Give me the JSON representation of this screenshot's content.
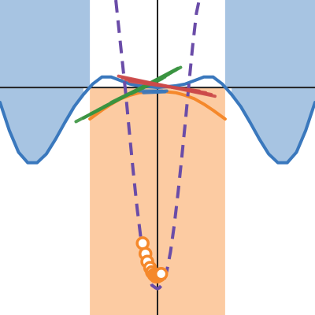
{
  "chart_data": {
    "type": "line",
    "title": "",
    "xlabel": "",
    "ylabel": "",
    "xlim": [
      -1.7,
      1.7
    ],
    "ylim": [
      -2.6,
      1.0
    ],
    "grid": false,
    "legend": "none",
    "axes_at_origin": true,
    "colors": {
      "blue_fill": "#a7c4e2",
      "blue_line": "#3a78bd",
      "orange_fill": "#fccba2",
      "orange_line": "#f5882b",
      "purple_dash": "#6a4ca8",
      "green": "#3a9441",
      "red": "#cc4a4a",
      "axis": "#222222"
    },
    "shaded_regions": [
      {
        "color": "orange_fill",
        "x0": -0.73,
        "x1": 0.73,
        "y0": -2.6,
        "y1": 0.0
      },
      {
        "color": "blue_fill",
        "x0": -1.7,
        "x1": -0.73,
        "y0": 0.0,
        "y1": 1.0
      },
      {
        "color": "blue_fill",
        "x0": 0.73,
        "x1": 1.7,
        "y0": 0.0,
        "y1": 1.0
      }
    ],
    "series": [
      {
        "style": "line",
        "color": "blue_line",
        "x": [
          -1.7,
          -1.6,
          -1.5,
          -1.4,
          -1.3,
          -1.2,
          -1.1,
          -1.0,
          -0.9,
          -0.8,
          -0.7,
          -0.6,
          -0.5,
          -0.4,
          -0.3,
          -0.2,
          -0.1,
          0.0,
          0.1,
          0.2,
          0.3,
          0.4,
          0.5,
          0.6,
          0.7,
          0.8,
          0.9,
          1.0,
          1.1,
          1.2,
          1.3,
          1.4,
          1.5,
          1.6,
          1.7
        ],
        "y": [
          -0.17,
          -0.49,
          -0.74,
          -0.86,
          -0.86,
          -0.76,
          -0.59,
          -0.4,
          -0.22,
          -0.08,
          0.04,
          0.12,
          0.12,
          0.08,
          0.04,
          0.02,
          0.01,
          0.0,
          0.01,
          0.02,
          0.04,
          0.08,
          0.12,
          0.12,
          0.04,
          -0.08,
          -0.22,
          -0.4,
          -0.59,
          -0.76,
          -0.86,
          -0.86,
          -0.74,
          -0.49,
          -0.17
        ]
      },
      {
        "style": "line",
        "color": "orange_line",
        "x": [
          -0.73,
          -0.6,
          -0.5,
          -0.4,
          -0.3,
          -0.2,
          -0.1,
          0.0,
          0.1,
          0.2,
          0.3,
          0.4,
          0.5,
          0.6,
          0.73
        ],
        "y": [
          -0.36,
          -0.26,
          -0.19,
          -0.13,
          -0.09,
          -0.06,
          -0.05,
          -0.04,
          -0.05,
          -0.06,
          -0.09,
          -0.13,
          -0.19,
          -0.26,
          -0.36
        ]
      },
      {
        "style": "dashed",
        "color": "purple_dash",
        "x": [
          -0.45,
          -0.42,
          -0.38,
          -0.34,
          -0.3,
          -0.26,
          -0.22,
          -0.18,
          -0.14,
          -0.1,
          -0.06,
          -0.02,
          0.0,
          0.02,
          0.06,
          0.1,
          0.14,
          0.18,
          0.22,
          0.26,
          0.3,
          0.34,
          0.38,
          0.42,
          0.45
        ],
        "y": [
          1.0,
          0.7,
          0.3,
          -0.1,
          -0.55,
          -0.98,
          -1.38,
          -1.72,
          -1.98,
          -2.15,
          -2.26,
          -2.29,
          -2.3,
          -2.29,
          -2.24,
          -2.1,
          -1.88,
          -1.58,
          -1.22,
          -0.82,
          -0.4,
          0.05,
          0.48,
          0.85,
          1.0
        ]
      },
      {
        "style": "markers",
        "color": "orange_line",
        "x": [
          -0.16,
          -0.13,
          -0.11,
          -0.08,
          -0.06,
          -0.04,
          -0.02,
          0.0,
          0.02,
          0.04
        ],
        "y": [
          -1.78,
          -1.9,
          -1.99,
          -2.06,
          -2.11,
          -2.14,
          -2.16,
          -2.16,
          -2.15,
          -2.13
        ]
      }
    ],
    "tangent_segments": [
      {
        "color": "blue_line",
        "x": [
          -0.2,
          0.05
        ],
        "y": [
          -0.04,
          -0.04
        ]
      },
      {
        "color": "blue_line",
        "x": [
          -0.15,
          0.08
        ],
        "y": [
          -0.06,
          -0.05
        ]
      },
      {
        "color": "blue_line",
        "x": [
          -0.05,
          0.1
        ],
        "y": [
          -0.05,
          -0.04
        ]
      },
      {
        "color": "green",
        "x": [
          -0.88,
          0.25
        ],
        "y": [
          -0.39,
          0.23
        ]
      },
      {
        "color": "green",
        "x": [
          -0.8,
          0.22
        ],
        "y": [
          -0.35,
          0.22
        ]
      },
      {
        "color": "green",
        "x": [
          -0.72,
          0.2
        ],
        "y": [
          -0.3,
          0.2
        ]
      },
      {
        "color": "green",
        "x": [
          -0.65,
          0.18
        ],
        "y": [
          -0.26,
          0.19
        ]
      },
      {
        "color": "green",
        "x": [
          -0.58,
          0.15
        ],
        "y": [
          -0.22,
          0.17
        ]
      },
      {
        "color": "green",
        "x": [
          -0.5,
          0.12
        ],
        "y": [
          -0.17,
          0.15
        ]
      },
      {
        "color": "green",
        "x": [
          -0.42,
          0.1
        ],
        "y": [
          -0.13,
          0.14
        ]
      },
      {
        "color": "green",
        "x": [
          -0.35,
          0.08
        ],
        "y": [
          -0.1,
          0.12
        ]
      },
      {
        "color": "green",
        "x": [
          -0.28,
          0.05
        ],
        "y": [
          -0.07,
          0.1
        ]
      },
      {
        "color": "red",
        "x": [
          -0.42,
          0.62
        ],
        "y": [
          0.13,
          -0.1
        ]
      },
      {
        "color": "red",
        "x": [
          -0.38,
          0.58
        ],
        "y": [
          0.11,
          -0.08
        ]
      },
      {
        "color": "red",
        "x": [
          -0.34,
          0.52
        ],
        "y": [
          0.09,
          -0.06
        ]
      },
      {
        "color": "red",
        "x": [
          -0.3,
          0.45
        ],
        "y": [
          0.07,
          -0.04
        ]
      }
    ]
  }
}
